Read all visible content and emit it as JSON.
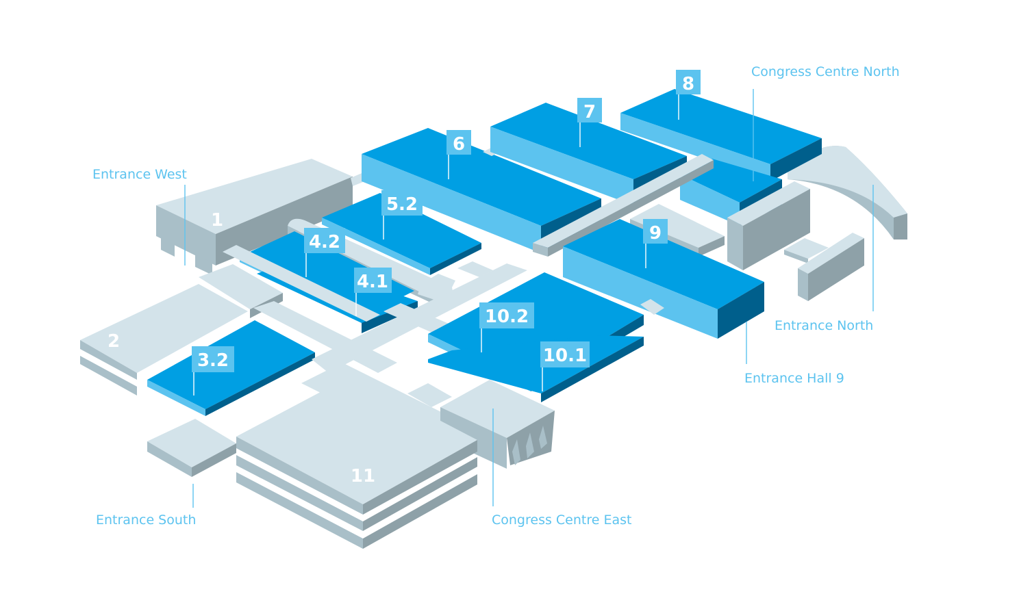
{
  "halls": {
    "h1": "1",
    "h2": "2",
    "h3_2": "3.2",
    "h4_1": "4.1",
    "h4_2": "4.2",
    "h5_2": "5.2",
    "h6": "6",
    "h7": "7",
    "h8": "8",
    "h9": "9",
    "h10_1": "10.1",
    "h10_2": "10.2",
    "h11": "11"
  },
  "entrances": {
    "west": "Entrance West",
    "south": "Entrance South",
    "north": "Entrance North",
    "hall9": "Entrance Hall 9",
    "congress_north": "Congress Centre North",
    "congress_east": "Congress Centre East"
  },
  "colors": {
    "hall_top": "#009fe3",
    "hall_side_light": "#5cc3ef",
    "hall_side_dark": "#005f8c",
    "building_top": "#d3e3ea",
    "building_mid": "#a9bfc8",
    "building_dark": "#8ea1a8",
    "label": "#5cc3ef"
  }
}
